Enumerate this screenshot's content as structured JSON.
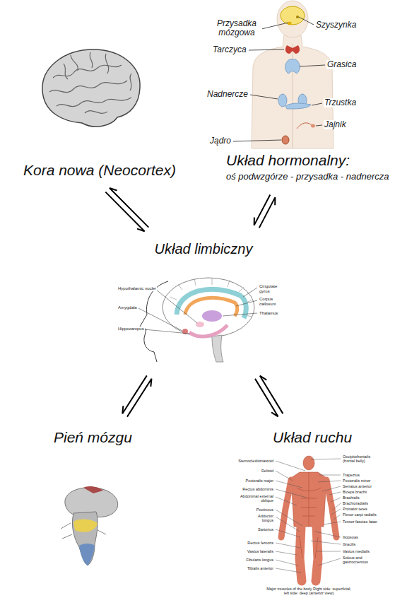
{
  "diagram": {
    "nodes": [
      {
        "text": [
          "Kora nowa (Neocortex)"
        ]
      },
      {
        "text": [
          "Układ hormonalny:",
          "oś podwzgórze - przysadka - nadnercza"
        ]
      },
      {
        "text": [
          "Układ limbiczny"
        ]
      },
      {
        "text": [
          "Pień mózgu"
        ]
      },
      {
        "text": [
          "Układ ruchu"
        ]
      }
    ],
    "edges": [
      {
        "from": 2,
        "to": 0,
        "arrow": "both"
      },
      {
        "from": 2,
        "to": 1,
        "arrow": "both"
      },
      {
        "from": 2,
        "to": 3,
        "arrow": "both"
      },
      {
        "from": 2,
        "to": 4,
        "arrow": "both"
      }
    ],
    "labels": [
      "Przysadka mózgowa",
      "Szyszynka",
      "Tarczyca",
      "Grasica",
      "Nadnercze",
      "Trzustka",
      "Jajnik",
      "Jądro",
      "Hypothalamic nuclei",
      "Amygdala",
      "Hippocampus",
      "Cingulate gyrus",
      "Corpus callosum",
      "Thalamus",
      "Sternocleidomastoid",
      "Deltoid",
      "Pectoralis major",
      "Rectus abdominis",
      "Abdominal external oblique",
      "Pectineus",
      "Adductor longus",
      "Sartorius",
      "Rectus femoris",
      "Vastus lateralis",
      "Fibularis longus",
      "Tibialis anterior",
      "Occipitofrontalis (frontal belly)",
      "Trapezius",
      "Pectoralis minor",
      "Serratus anterior",
      "Biceps brachii",
      "Brachialis",
      "Brachioradialis",
      "Pronator teres",
      "Flexor carpi radialis",
      "Tensor fasciae latae",
      "Iliopsoas",
      "Gracilis",
      "Vastus medialis",
      "Soleus and gastrocnemius",
      "Major muscles of the body Right side: superficial; left side: deep (anterior view)"
    ]
  }
}
